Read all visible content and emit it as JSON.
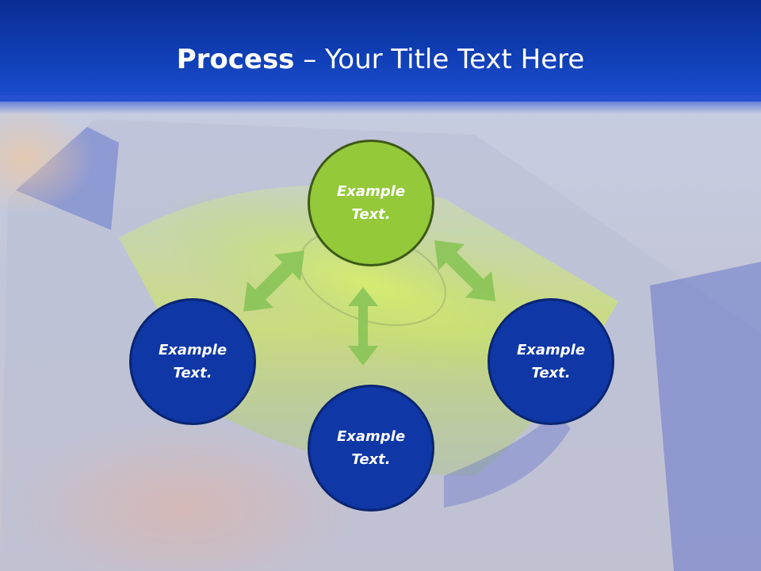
{
  "slide": {
    "title_bold": "Process",
    "title_rest": " – Your Title Text Here"
  },
  "nodes": [
    {
      "id": "top",
      "text": "Example Text.",
      "color": "#94c93a"
    },
    {
      "id": "left",
      "text": "Example Text.",
      "color": "#0f37a6"
    },
    {
      "id": "bottom",
      "text": "Example Text.",
      "color": "#0f37a6"
    },
    {
      "id": "right",
      "text": "Example Text.",
      "color": "#0f37a6"
    }
  ],
  "colors": {
    "header": "#1140b8",
    "arrow": "#8cc55a",
    "green_node": "#94c93a",
    "blue_node": "#0f37a6"
  }
}
